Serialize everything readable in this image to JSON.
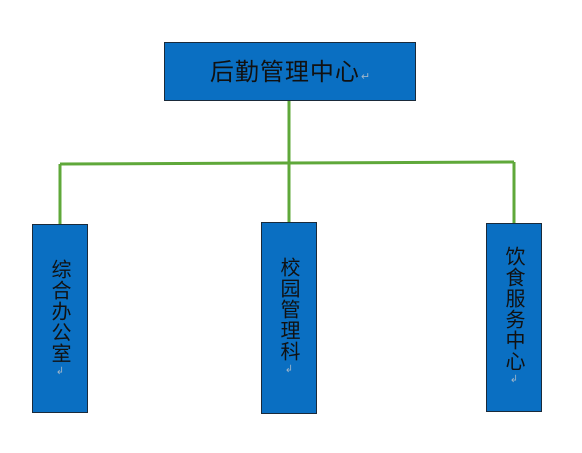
{
  "chart_data": {
    "type": "org-chart",
    "root": {
      "label": "后勤管理中心",
      "children": [
        "综合办公室",
        "校园管理科",
        "饮食服务中心"
      ]
    }
  },
  "diagram": {
    "root_label": "后勤管理中心",
    "children": [
      {
        "label": "综合办公室"
      },
      {
        "label": "校园管理科"
      },
      {
        "label": "饮食服务中心"
      }
    ],
    "paragraph_mark": "↵",
    "paragraph_mark_small": "↲"
  },
  "colors": {
    "box_fill": "#0a6fc2",
    "box_border": "#1a2a3a",
    "connector": "#5fa83a",
    "text": "#111111"
  }
}
